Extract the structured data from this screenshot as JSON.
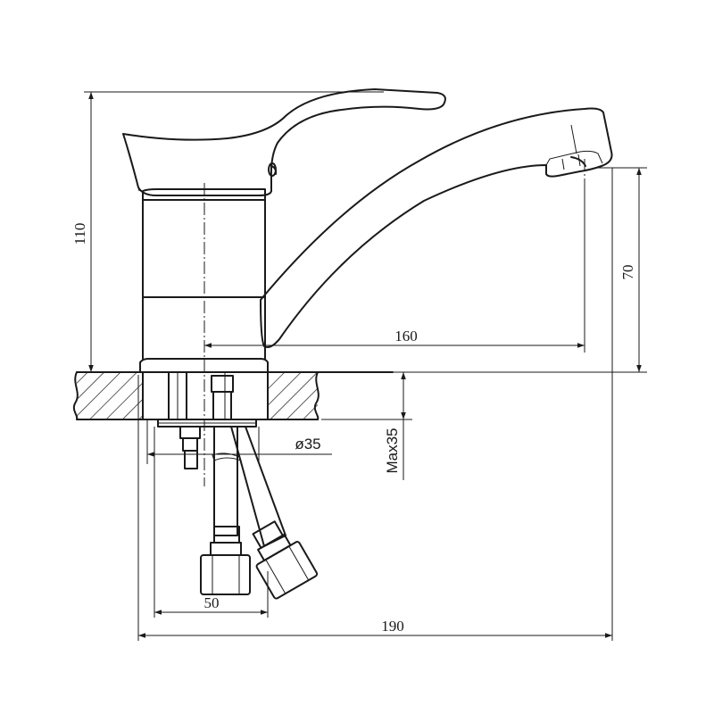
{
  "dimensions": {
    "height_total": "110",
    "spout_height": "70",
    "spout_reach": "160",
    "hole_diameter": "ø35",
    "max_thickness": "Max35",
    "hose_spacing": "50",
    "overall_length": "190"
  }
}
